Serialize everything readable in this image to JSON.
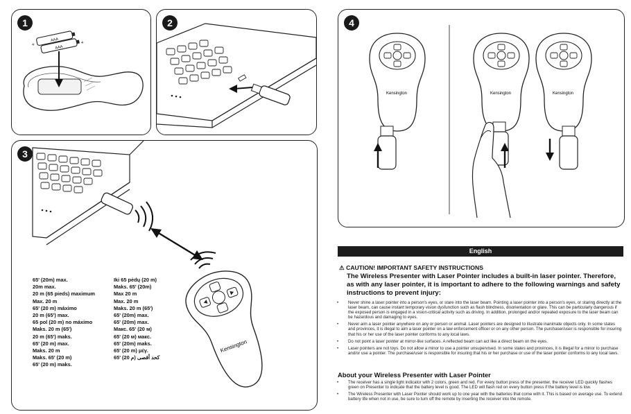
{
  "steps": {
    "step1": "1",
    "step2": "2",
    "step3": "3",
    "step4": "4"
  },
  "battery_label": "AAA",
  "brand": "Kensington",
  "range_left": [
    "65' (20m) max.",
    "20m max.",
    "20 m (65 pieds) maximum",
    "Max. 20 m",
    "65' (20 m) máximo",
    "20 m (65') max.",
    "65 pol (20 m) no máximo",
    "Maks. 20 m (65')",
    "20 m (65') maks.",
    "65' (20 m) max.",
    "Maks. 20 m",
    "Maks. 65' (20 m)",
    "65' (20 m) maks."
  ],
  "range_right": [
    "Iki 65 pėdų (20 m)",
    "Maks. 65' (20m)",
    "Max 20 m",
    "Max. 20 m",
    "Maks. 20 m (65')",
    "65' (20m) max.",
    "65' (20m) max.",
    "Макс. 65' (20 м)",
    "65' (20 м) макс.",
    "65' (20m) maks.",
    "65' (20 m) μέγ.",
    "65' (20 م) كحد أقصى"
  ],
  "language": "English",
  "caution": {
    "heading": "CAUTION! IMPORTANT SAFETY INSTRUCTIONS",
    "lead": "The Wireless Presenter with Laser Pointer includes a built-in laser pointer. Therefore, as with any laser pointer, it is important to adhere to the following warnings and safety instructions to prevent injury:",
    "bullets": [
      "Never shine a laser pointer into a person's eyes, or stare into the laser beam. Pointing a laser pointer into a person's eyes, or staring directly at the laser beam, can cause instant temporary vision dysfunction such as flash blindness, disorientation or glare. This can be particularly dangerous if the exposed person is engaged in a vision-critical activity such as driving. In addition, prolonged and/or repeated exposure to the laser beam can be hazardous and damaging to eyes.",
      "Never aim a laser pointer anywhere on any or person or animal. Laser pointers are designed to illustrate inanimate objects only. In some states and provinces, it is illegal to aim a laser pointer on a law enforcement officer or on any other person. The purchaser/user is responsible for insuring that his or her use of the laser pointer conforms to any local laws.",
      "Do not point a laser pointer at mirror-like surfaces. A reflected beam can act like a direct beam on the eyes.",
      "Laser pointers are not toys. Do not allow a minor to use a pointer unsupervised. In some states and provinces, it is illegal for a minor to purchase and/or use a pointer. The purchase/user is responsible for insuring that his or her purchase or use of the laser pointer conforms to any local laws."
    ]
  },
  "about": {
    "heading": "About your Wireless Presenter with Laser Pointer",
    "bullets": [
      "The receiver has a single light indicator with 2 colors, green and red. For every button press of the presenter, the receiver LED quickly flashes green on Presenter to indicate that the battery level is good. The LED will flash red on every button press if the battery level is low.",
      "The Wireless Presenter with Laser Pointer should work up to one year with the batteries that come with it. This is based on average use. To extend battery life when not in use, be sure to turn off the remote by inserting the receiver into the remote."
    ]
  }
}
